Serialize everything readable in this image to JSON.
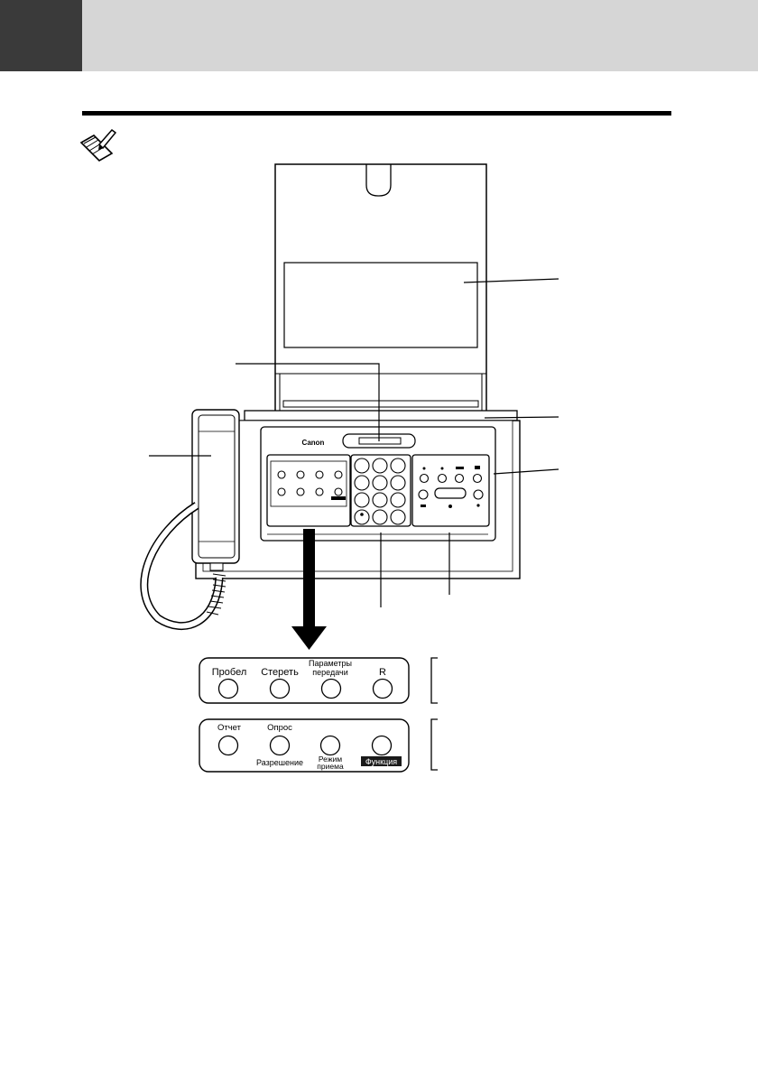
{
  "header": {
    "dark_color": "#3a3a3a",
    "light_color": "#d6d6d6"
  },
  "note_icon": "note-pencil-icon",
  "device": {
    "brand": "Canon"
  },
  "panel_top_row": {
    "buttons": [
      {
        "label": "Пробел"
      },
      {
        "label": "Стереть"
      },
      {
        "label_line1": "Параметры",
        "label_line2": "передачи"
      },
      {
        "label": "R"
      }
    ]
  },
  "panel_bottom_row": {
    "buttons": [
      {
        "label_top": "Отчет"
      },
      {
        "label_top": "Опрос",
        "label_bottom": "Разрешение"
      },
      {
        "label_bottom_line1": "Режим",
        "label_bottom_line2": "приема"
      },
      {
        "label_bottom_highlight": "Функция"
      }
    ]
  }
}
